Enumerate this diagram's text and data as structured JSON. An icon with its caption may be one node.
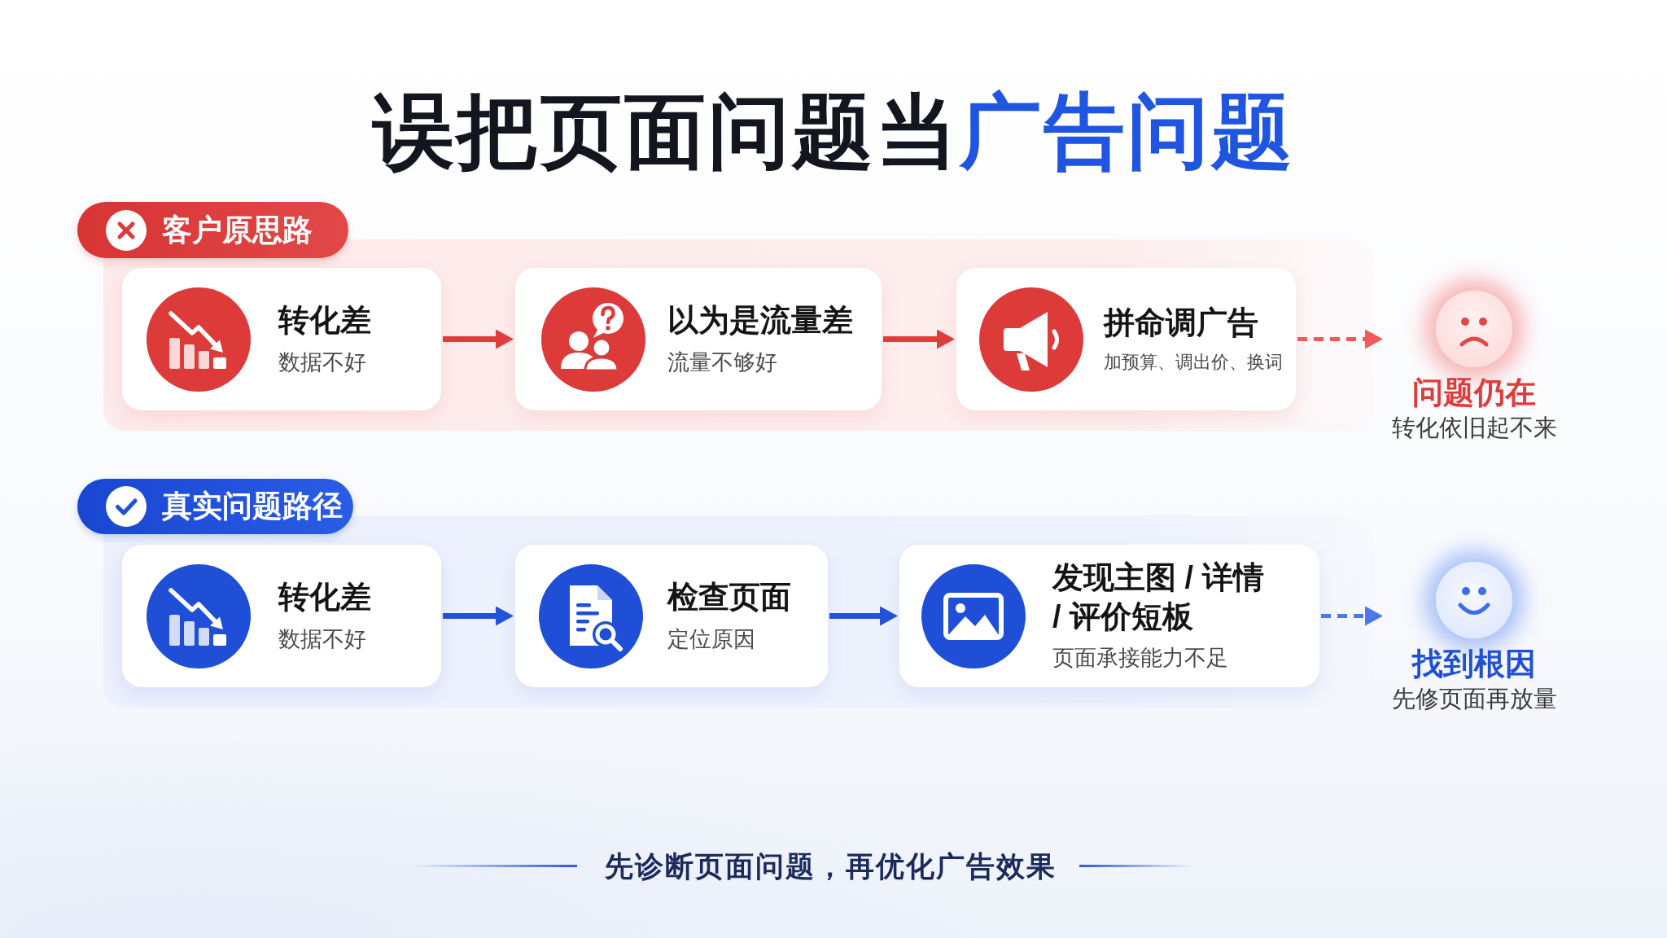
{
  "diagram": {
    "title": "误把页面问题当**广告问题**",
    "nodes": [
      {
        "text": [
          "客户原思路"
        ]
      },
      {
        "text": [
          "转化差",
          "数据不好"
        ],
        "in": 0
      },
      {
        "text": [
          "以为是流量差",
          "流量不够好"
        ],
        "in": 0
      },
      {
        "text": [
          "拼命调广告",
          "加预算、调出价、换词"
        ],
        "in": 0
      },
      {
        "text": [
          "问题仍在",
          "转化依旧起不来"
        ]
      },
      {
        "text": [
          "真实问题路径"
        ]
      },
      {
        "text": [
          "转化差",
          "数据不好"
        ],
        "in": 5
      },
      {
        "text": [
          "检查页面",
          "定位原因"
        ],
        "in": 5
      },
      {
        "text": [
          "发现主图 / 详情 / 评价短板",
          "页面承接能力不足"
        ],
        "in": 5
      },
      {
        "text": [
          "找到根因",
          "先修页面再放量"
        ]
      }
    ],
    "edges": [
      {
        "from": 1,
        "to": 2,
        "arrow": "to",
        "color": "#e03c3c"
      },
      {
        "from": 2,
        "to": 3,
        "arrow": "to",
        "color": "#e03c3c"
      },
      {
        "from": 3,
        "to": 4,
        "arrow": "to",
        "style": "dashed",
        "color": "#f05a5a"
      },
      {
        "from": 6,
        "to": 7,
        "arrow": "to",
        "color": "#2352d8"
      },
      {
        "from": 7,
        "to": 8,
        "arrow": "to",
        "color": "#2352d8"
      },
      {
        "from": 8,
        "to": 9,
        "arrow": "to",
        "style": "dashed",
        "color": "#4a78ea"
      }
    ],
    "labels": [
      "先诊断页面问题，再优化广告效果"
    ]
  }
}
